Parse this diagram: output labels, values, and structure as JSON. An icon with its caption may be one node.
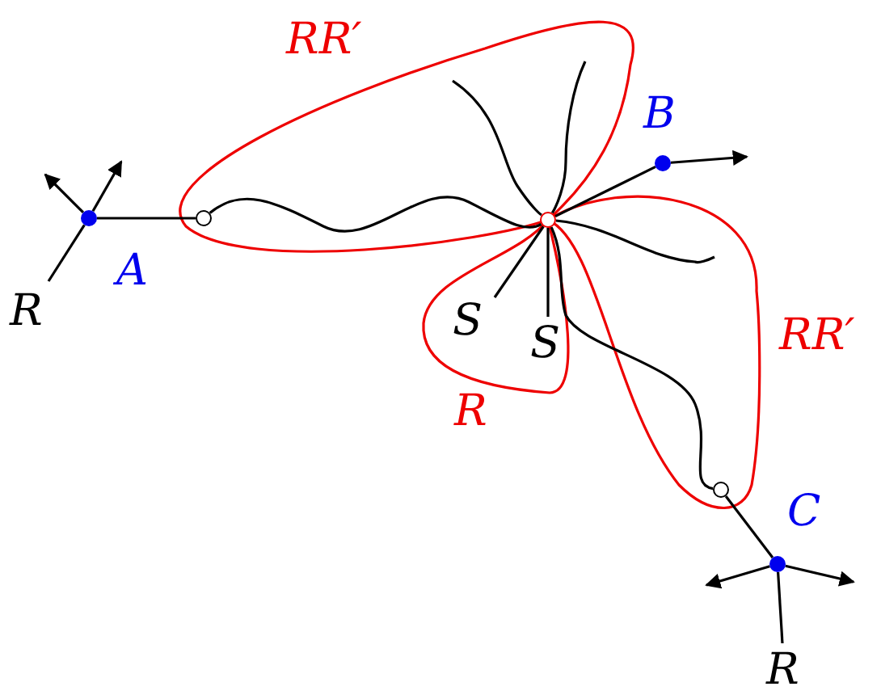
{
  "diagram": {
    "nodes": [
      {
        "text": [],
        "shape": "circle",
        "beside": [
          "A"
        ]
      },
      {
        "text": [],
        "shape": "circle",
        "in": 10
      },
      {
        "text": [],
        "shape": "circle"
      },
      {
        "text": [],
        "shape": "circle",
        "beside": [
          "B"
        ]
      },
      {
        "text": [],
        "shape": "circle",
        "in": 12
      },
      {
        "text": [],
        "shape": "circle",
        "beside": [
          "C"
        ]
      },
      {
        "text": [
          "R"
        ]
      },
      {
        "text": [
          "S"
        ],
        "in": 11
      },
      {
        "text": [
          "S"
        ],
        "in": 11
      },
      {
        "text": [
          "R"
        ]
      },
      {
        "text": [
          "RR′"
        ]
      },
      {
        "text": [
          "R"
        ]
      },
      {
        "text": [
          "RR′"
        ]
      }
    ],
    "edges": [
      {
        "from": 0,
        "to": null,
        "arrow": "to"
      },
      {
        "from": 0,
        "to": null,
        "arrow": "to"
      },
      {
        "from": 0,
        "to": 6,
        "arrow": "none"
      },
      {
        "from": 0,
        "to": 1,
        "arrow": "none"
      },
      {
        "from": 1,
        "to": 2,
        "arrow": "none"
      },
      {
        "from": 2,
        "to": null,
        "arrow": "none"
      },
      {
        "from": 2,
        "to": null,
        "arrow": "none"
      },
      {
        "from": 2,
        "to": 3,
        "arrow": "none"
      },
      {
        "from": 3,
        "to": null,
        "arrow": "to"
      },
      {
        "from": 2,
        "to": null,
        "arrow": "none"
      },
      {
        "from": 2,
        "to": 7,
        "arrow": "none"
      },
      {
        "from": 2,
        "to": 8,
        "arrow": "none"
      },
      {
        "from": 2,
        "to": 4,
        "arrow": "none"
      },
      {
        "from": 4,
        "to": 5,
        "arrow": "none"
      },
      {
        "from": 5,
        "to": null,
        "arrow": "to"
      },
      {
        "from": 5,
        "to": null,
        "arrow": "to"
      },
      {
        "from": 5,
        "to": 9,
        "arrow": "none"
      }
    ]
  }
}
